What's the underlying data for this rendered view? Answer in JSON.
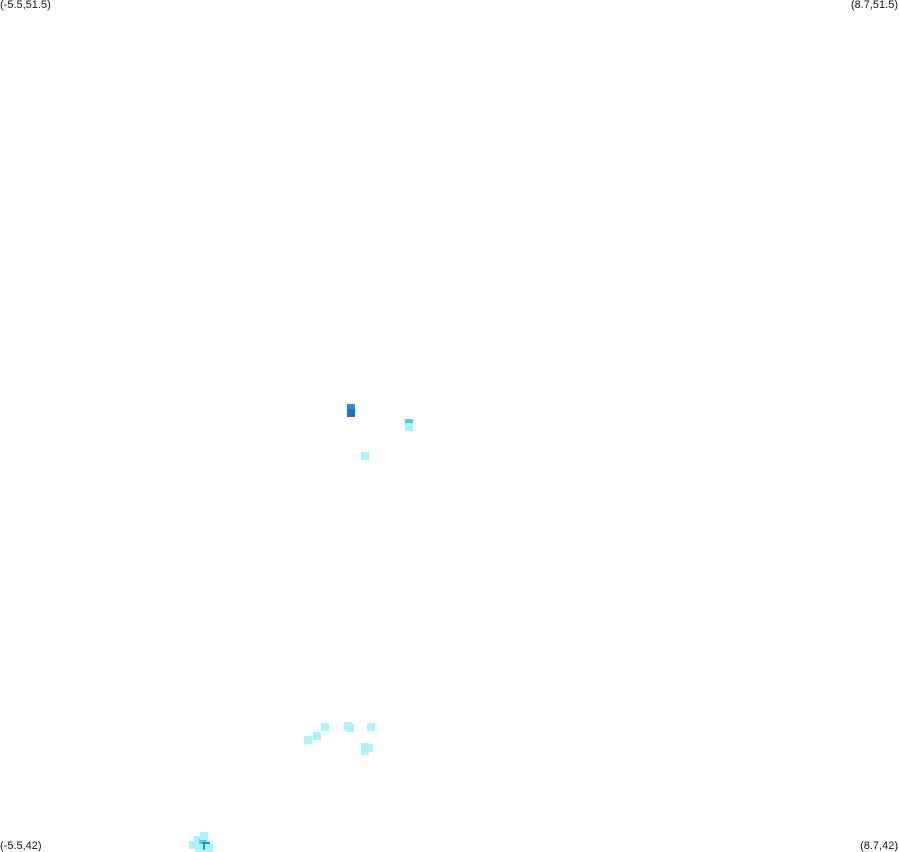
{
  "map": {
    "corners": {
      "top_left": "(-5.5,51.5)",
      "top_right": "(8.7,51.5)",
      "bottom_left": "(-5.5,42)",
      "bottom_right": "(8.7,42)"
    },
    "bounds": {
      "lon_min": -5.5,
      "lon_max": 8.7,
      "lat_min": 42,
      "lat_max": 51.5
    },
    "colors": {
      "background": "#ffffff",
      "low": "#a8f4f8",
      "mid": "#4dcdf0",
      "high": "#1e8fe0",
      "max": "#1a70c8"
    },
    "cells": [
      {
        "lon": 0.04,
        "lat": 46.95,
        "level": "high"
      },
      {
        "lon": 0.04,
        "lat": 46.89,
        "level": "max"
      },
      {
        "lon": 0.96,
        "lat": 46.78,
        "level": "mid"
      },
      {
        "lon": 0.96,
        "lat": 46.74,
        "level": "low"
      },
      {
        "lon": 0.27,
        "lat": 46.41,
        "level": "low"
      },
      {
        "lon": -0.37,
        "lat": 43.39,
        "level": "low"
      },
      {
        "lon": 0.0,
        "lat": 43.41,
        "level": "low"
      },
      {
        "lon": 0.03,
        "lat": 43.38,
        "level": "low"
      },
      {
        "lon": 0.36,
        "lat": 43.39,
        "level": "low"
      },
      {
        "lon": -0.64,
        "lat": 43.25,
        "level": "low"
      },
      {
        "lon": -0.49,
        "lat": 43.29,
        "level": "low"
      },
      {
        "lon": 0.27,
        "lat": 43.17,
        "level": "low"
      },
      {
        "lon": 0.33,
        "lat": 43.16,
        "level": "low"
      },
      {
        "lon": 0.27,
        "lat": 43.13,
        "level": "low"
      },
      {
        "lon": -2.38,
        "lat": 42.13,
        "level": "low"
      },
      {
        "lon": -2.45,
        "lat": 42.08,
        "level": "low"
      },
      {
        "lon": -2.3,
        "lat": 42.1,
        "level": "mid"
      },
      {
        "lon": -2.25,
        "lat": 42.07,
        "level": "high"
      },
      {
        "lon": -2.35,
        "lat": 42.03,
        "level": "low"
      },
      {
        "lon": -2.2,
        "lat": 42.03,
        "level": "low"
      },
      {
        "lon": -2.28,
        "lat": 42.18,
        "level": "low"
      }
    ]
  }
}
